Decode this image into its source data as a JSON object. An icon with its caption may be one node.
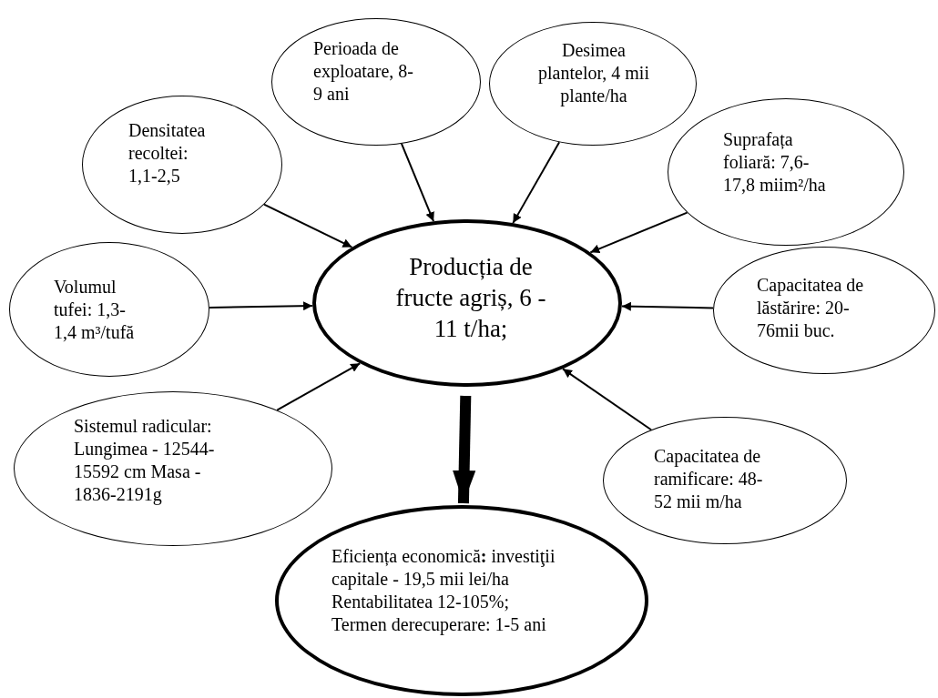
{
  "diagram": {
    "nodes": [
      {
        "text": [
          "Producția de fructe agriș, 6 - 11 t/ha;"
        ]
      },
      {
        "text": [
          "Perioada de exploatare, 8-9 ani"
        ]
      },
      {
        "text": [
          "Desimea plantelor, 4 mii plante/ha"
        ]
      },
      {
        "text": [
          "Densitatea recoltei: 1,1-2,5"
        ]
      },
      {
        "text": [
          "Suprafața foliară: 7,6-17,8 miim²/ha"
        ]
      },
      {
        "text": [
          "Volumul tufei: 1,3-1,4 m³/tufă"
        ]
      },
      {
        "text": [
          "Capacitatea de lăstărire: 20-76mii buc."
        ]
      },
      {
        "text": [
          "Sistemul radicular: Lungimea - 12544-15592 cm Masa - 1836-2191g"
        ]
      },
      {
        "text": [
          "Capacitatea de ramificare: 48-52 mii m/ha"
        ]
      },
      {
        "text": [
          "Eficiența economică**:** investiţii capitale - 19,5 mii lei/ha Rentabilitatea 12-105%; Termen derecuperare: 1-5 ani"
        ]
      }
    ],
    "edges": [
      {
        "from": 1,
        "to": 0,
        "arrow": "to"
      },
      {
        "from": 2,
        "to": 0,
        "arrow": "to"
      },
      {
        "from": 3,
        "to": 0,
        "arrow": "to"
      },
      {
        "from": 4,
        "to": 0,
        "arrow": "to"
      },
      {
        "from": 5,
        "to": 0,
        "arrow": "to"
      },
      {
        "from": 6,
        "to": 0,
        "arrow": "to"
      },
      {
        "from": 7,
        "to": 0,
        "arrow": "to"
      },
      {
        "from": 8,
        "to": 0,
        "arrow": "to"
      },
      {
        "from": 0,
        "to": 9,
        "arrow": "to",
        "style": "thick"
      }
    ]
  }
}
